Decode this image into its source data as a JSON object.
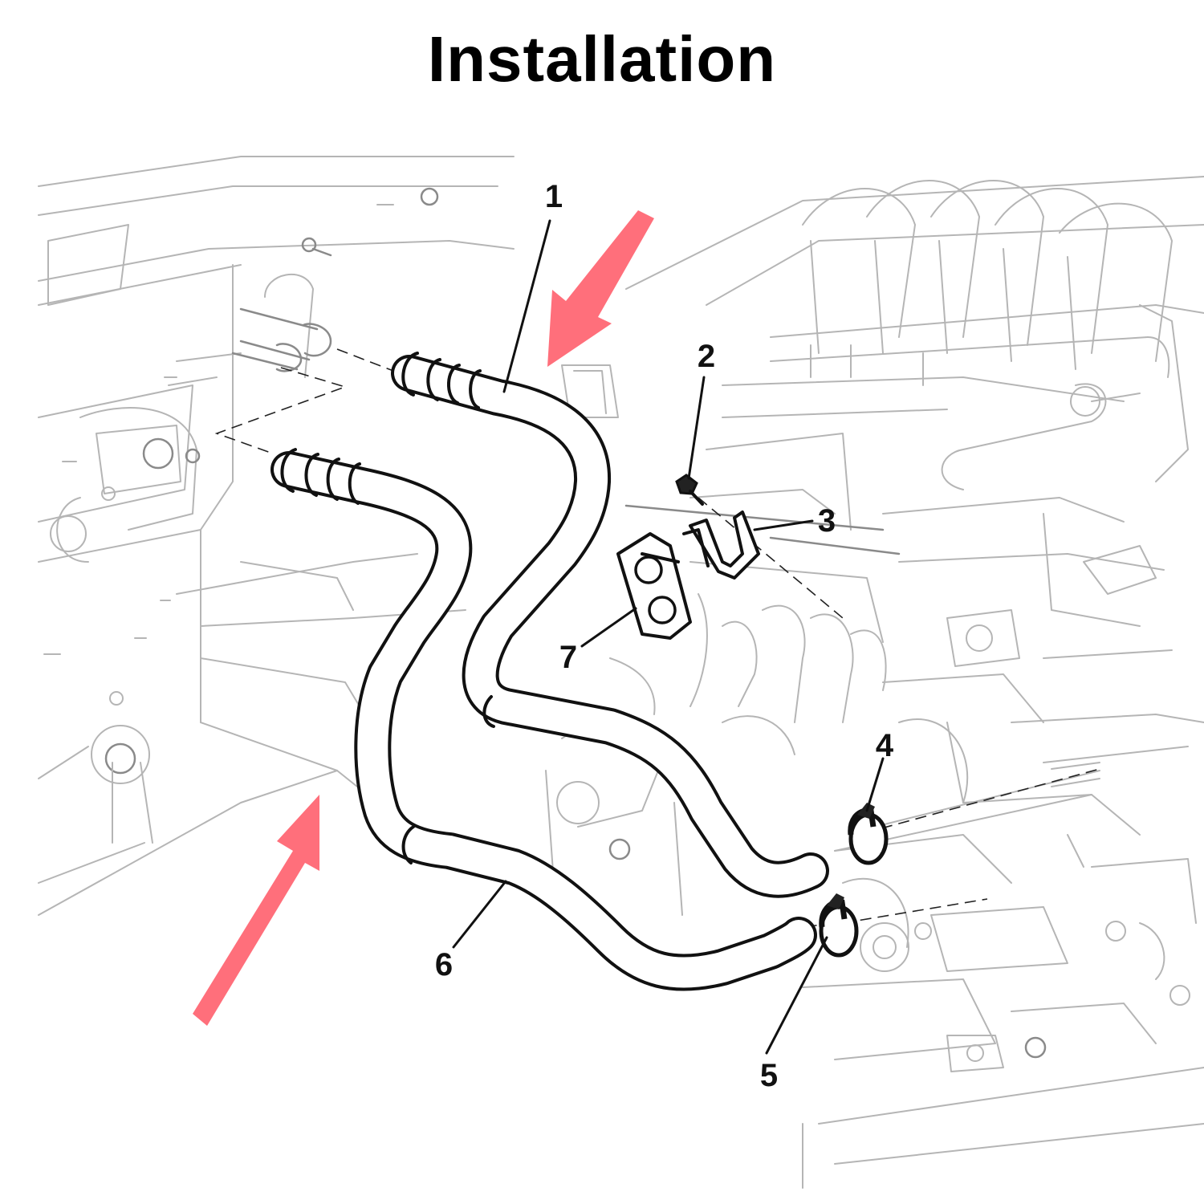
{
  "title": "Installation",
  "callouts": [
    {
      "id": "1",
      "label": "1"
    },
    {
      "id": "2",
      "label": "2"
    },
    {
      "id": "3",
      "label": "3"
    },
    {
      "id": "4",
      "label": "4"
    },
    {
      "id": "5",
      "label": "5"
    },
    {
      "id": "6",
      "label": "6"
    },
    {
      "id": "7",
      "label": "7"
    }
  ],
  "colors": {
    "arrow": "#ff5f6d",
    "hose": "#111111",
    "engine": "#b5b5b5"
  }
}
